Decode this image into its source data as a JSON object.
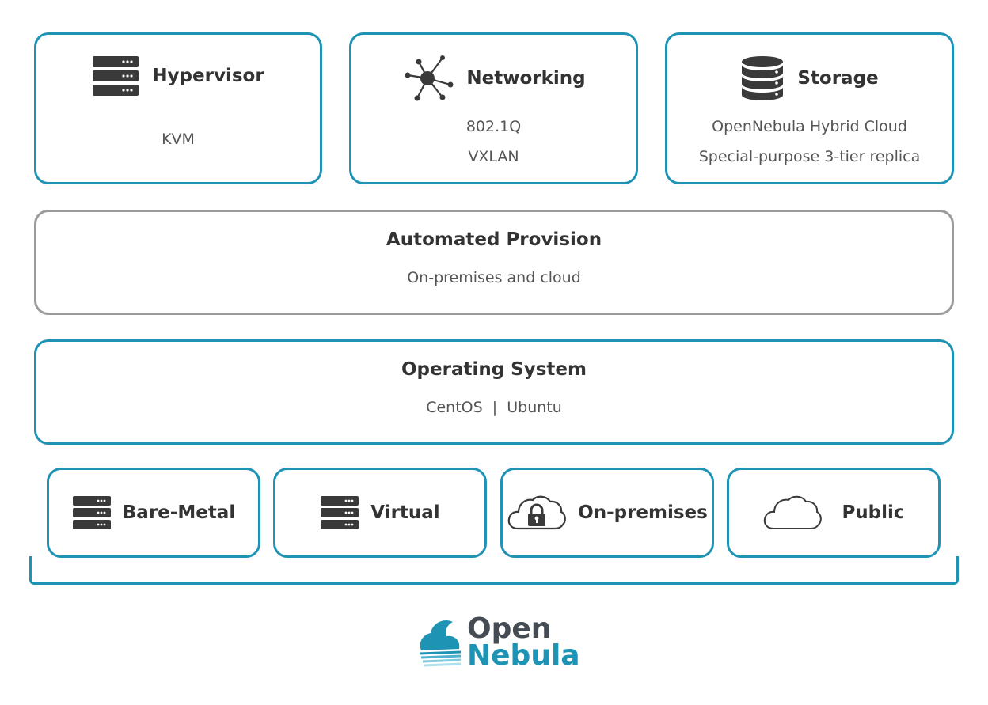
{
  "top_row": [
    {
      "title": "Hypervisor",
      "icon": "server-icon",
      "lines": [
        "KVM"
      ]
    },
    {
      "title": "Networking",
      "icon": "network-hub-icon",
      "lines": [
        "802.1Q",
        "VXLAN"
      ]
    },
    {
      "title": "Storage",
      "icon": "database-icon",
      "lines": [
        "OpenNebula Hybrid Cloud",
        "Special-purpose 3-tier replica"
      ]
    }
  ],
  "provision": {
    "title": "Automated Provision",
    "subtitle": "On-premises and cloud"
  },
  "os": {
    "title": "Operating System",
    "subtitle": "CentOS  |  Ubuntu"
  },
  "bottom_row": [
    {
      "label": "Bare-Metal",
      "icon": "server-icon"
    },
    {
      "label": "Virtual",
      "icon": "server-icon"
    },
    {
      "label": "On-premises",
      "icon": "cloud-lock-icon"
    },
    {
      "label": "Public",
      "icon": "cloud-icon"
    }
  ],
  "logo": {
    "line1": "Open",
    "line2": "Nebula"
  },
  "colors": {
    "accent": "#1f93b4",
    "gray_border": "#9b9b9b",
    "title_text": "#333333",
    "body_text": "#555555",
    "icon": "#3a3a3a"
  }
}
